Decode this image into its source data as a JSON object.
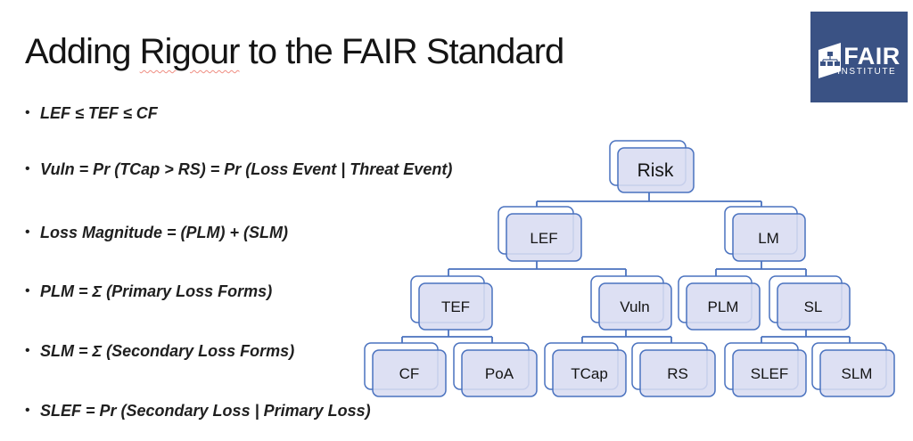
{
  "slide": {
    "title": {
      "pre": "Adding ",
      "misspelled": "Rigour",
      "post": " to the FAIR Standard"
    },
    "bullets": [
      "LEF ≤ TEF ≤ CF",
      "Vuln = Pr (TCap > RS) = Pr (Loss Event | Threat Event)",
      "Loss Magnitude = (PLM) + (SLM)",
      "PLM = Σ (Primary Loss Forms)",
      "SLM = Σ (Secondary Loss Forms)",
      "SLEF = Pr (Secondary Loss | Primary Loss)"
    ],
    "logo": {
      "brand": "FAIR",
      "sub": "INSTITUTE",
      "icon": "org-chart-pennant-icon",
      "bg_color": "#3a5284",
      "text_color": "#ffffff"
    },
    "diagram": {
      "nodes": [
        {
          "label": "Risk"
        },
        {
          "label": "LEF"
        },
        {
          "label": "LM"
        },
        {
          "label": "TEF"
        },
        {
          "label": "Vuln"
        },
        {
          "label": "PLM"
        },
        {
          "label": "SL"
        },
        {
          "label": "CF"
        },
        {
          "label": "PoA"
        },
        {
          "label": "TCap"
        },
        {
          "label": "RS"
        },
        {
          "label": "SLEF"
        },
        {
          "label": "SLM"
        }
      ],
      "edges": [
        [
          "Risk",
          "LEF"
        ],
        [
          "Risk",
          "LM"
        ],
        [
          "LEF",
          "TEF"
        ],
        [
          "LEF",
          "Vuln"
        ],
        [
          "LM",
          "PLM"
        ],
        [
          "LM",
          "SL"
        ],
        [
          "TEF",
          "CF"
        ],
        [
          "TEF",
          "PoA"
        ],
        [
          "Vuln",
          "TCap"
        ],
        [
          "Vuln",
          "RS"
        ],
        [
          "SL",
          "SLEF"
        ],
        [
          "SL",
          "SLM"
        ]
      ],
      "colors": {
        "border": "#4a72bf",
        "node_fill": "#d8dcf1",
        "node_back_fill": "#ffffff"
      }
    },
    "title_underline_color": "#ef8d82"
  }
}
